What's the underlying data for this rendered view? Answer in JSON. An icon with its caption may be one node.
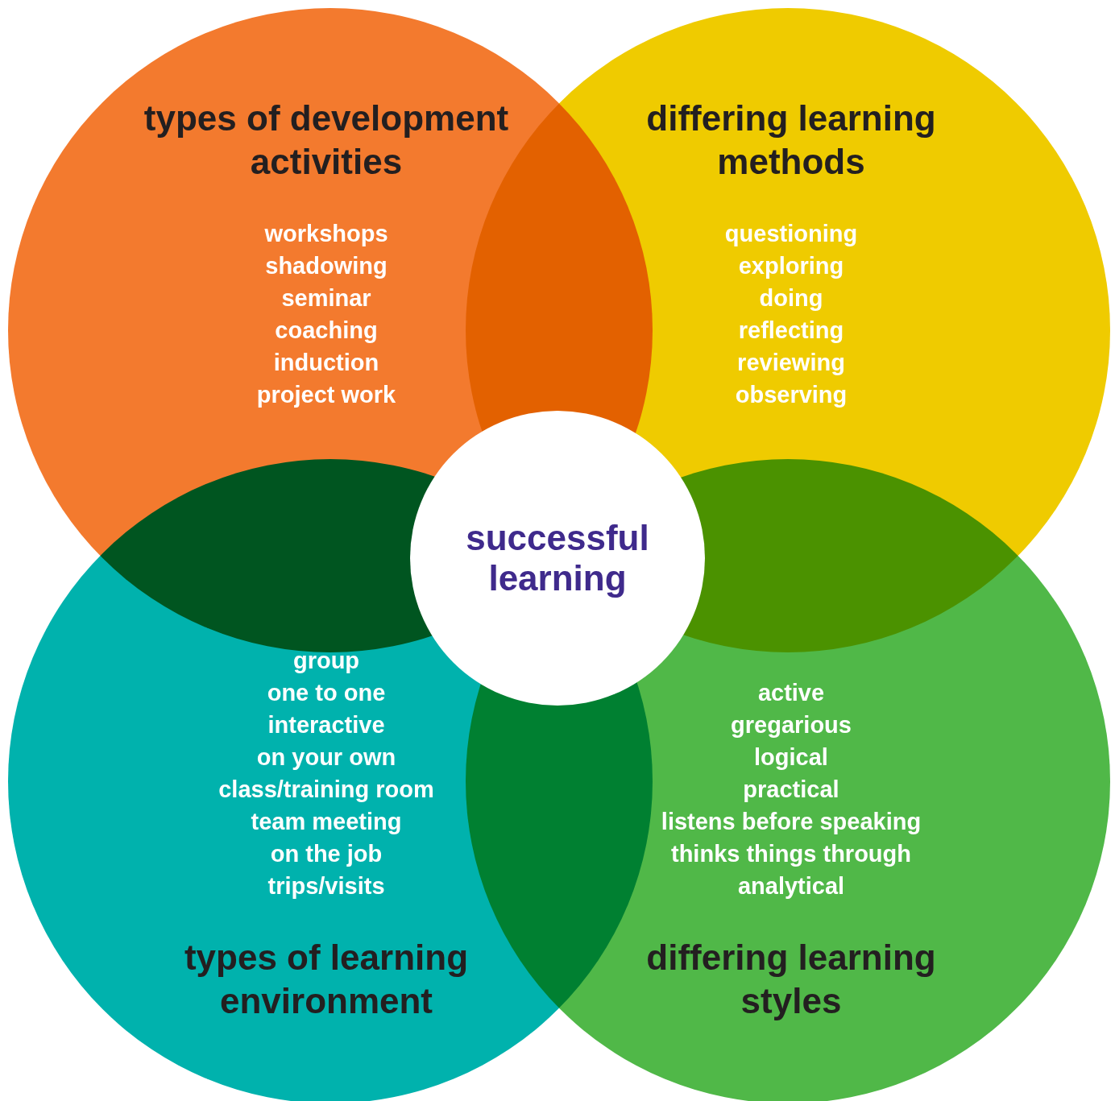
{
  "diagram": {
    "nodes": [
      {
        "text": [
          "types of development activities",
          "workshops",
          "shadowing",
          "seminar",
          "coaching",
          "induction",
          "project work"
        ]
      },
      {
        "text": [
          "differing learning methods",
          "questioning",
          "exploring",
          "doing",
          "reflecting",
          "reviewing",
          "observing"
        ]
      },
      {
        "text": [
          "group",
          "one to one",
          "interactive",
          "on your own",
          "class/training room",
          "team meeting",
          "on the job",
          "trips/visits",
          "types of learning environment"
        ]
      },
      {
        "text": [
          "active",
          "gregarious",
          "logical",
          "practical",
          "listens before speaking",
          "thinks things through",
          "analytical",
          "differing learning styles"
        ]
      },
      {
        "text": [
          "successful learning"
        ]
      }
    ],
    "edges": []
  }
}
